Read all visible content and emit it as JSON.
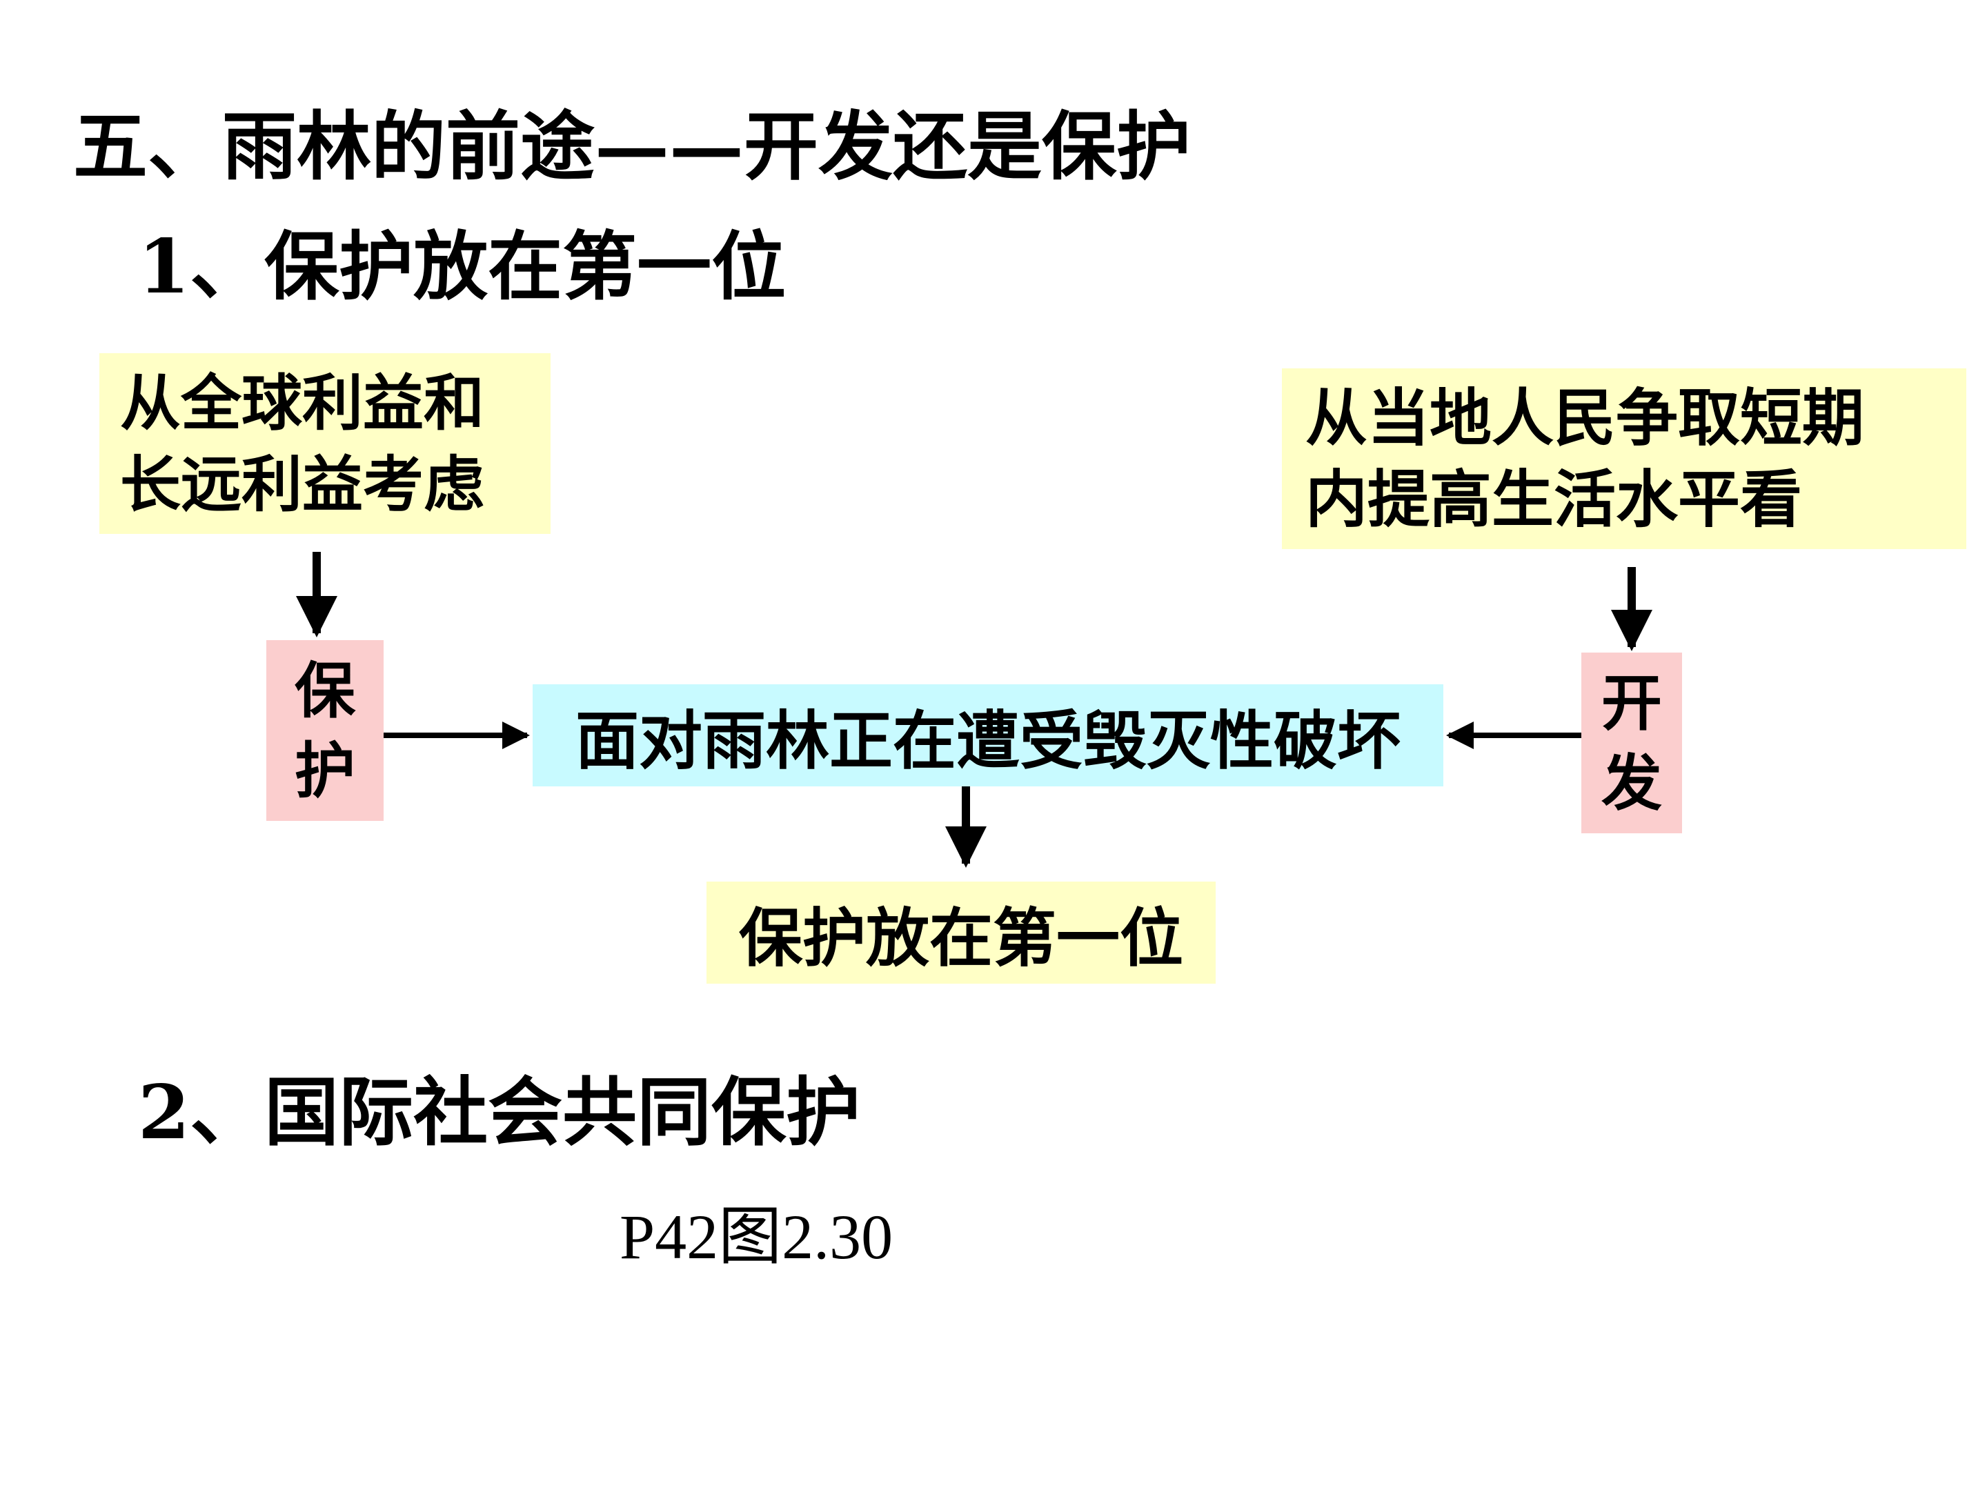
{
  "heading": "五、雨林的前途——开发还是保护",
  "section1": "1、保护放在第一位",
  "section2": "2、国际社会共同保护",
  "reference": "P42图2.30",
  "diagram": {
    "global_view": {
      "line1": "从全球利益和",
      "line2": "长远利益考虑"
    },
    "local_view": {
      "line1": "从当地人民争取短期",
      "line2": "内提高生活水平看"
    },
    "protect": {
      "char1": "保",
      "char2": "护"
    },
    "develop": {
      "char1": "开",
      "char2": "发"
    },
    "center": "面对雨林正在遭受毁灭性破坏",
    "result": "保护放在第一位"
  },
  "colors": {
    "yellow": "#ffffc6",
    "pink": "#fbcece",
    "cyan": "#c8faff"
  }
}
